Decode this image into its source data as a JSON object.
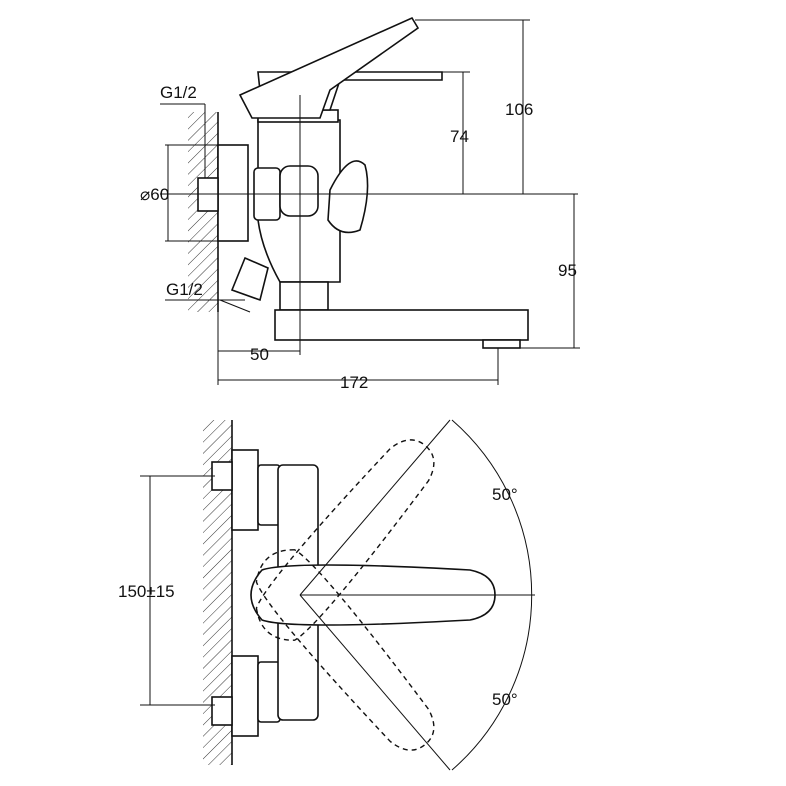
{
  "side_view": {
    "thread_top": "G1/2",
    "diameter": "⌀60",
    "thread_bottom": "G1/2",
    "dim_wall_to_axis": "50",
    "dim_total_reach": "172",
    "dim_height_total": "106",
    "dim_height_body": "74",
    "dim_spout_drop": "95"
  },
  "top_view": {
    "dim_center_distance": "150±15",
    "angle_upper": "50°",
    "angle_lower": "50°"
  }
}
